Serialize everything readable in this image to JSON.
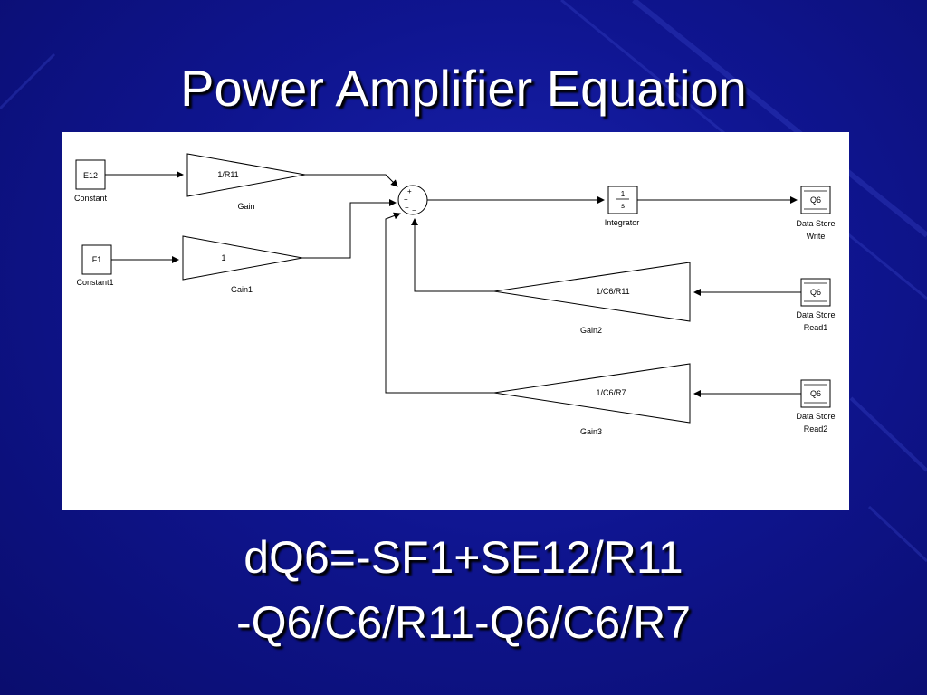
{
  "slide": {
    "title": "Power Amplifier Equation",
    "equation_line1": "dQ6=-SF1+SE12/R11",
    "equation_line2": "-Q6/C6/R11-Q6/C6/R7"
  },
  "diagram": {
    "blocks": {
      "constant": {
        "value": "E12",
        "caption": "Constant"
      },
      "constant1": {
        "value": "F1",
        "caption": "Constant1"
      },
      "gain": {
        "value": "1/R11",
        "caption": "Gain"
      },
      "gain1": {
        "value": "1",
        "caption": "Gain1"
      },
      "gain2": {
        "value": "1/C6/R11",
        "caption": "Gain2"
      },
      "gain3": {
        "value": "1/C6/R7",
        "caption": "Gain3"
      },
      "sum": {
        "signs": [
          "+",
          "+",
          "−",
          "−"
        ]
      },
      "integrator": {
        "numerator": "1",
        "denominator": "s",
        "caption": "Integrator"
      },
      "store_write": {
        "value": "Q6",
        "caption_line1": "Data Store",
        "caption_line2": "Write"
      },
      "store_read1": {
        "value": "Q6",
        "caption_line1": "Data Store",
        "caption_line2": "Read1"
      },
      "store_read2": {
        "value": "Q6",
        "caption_line1": "Data Store",
        "caption_line2": "Read2"
      }
    }
  }
}
